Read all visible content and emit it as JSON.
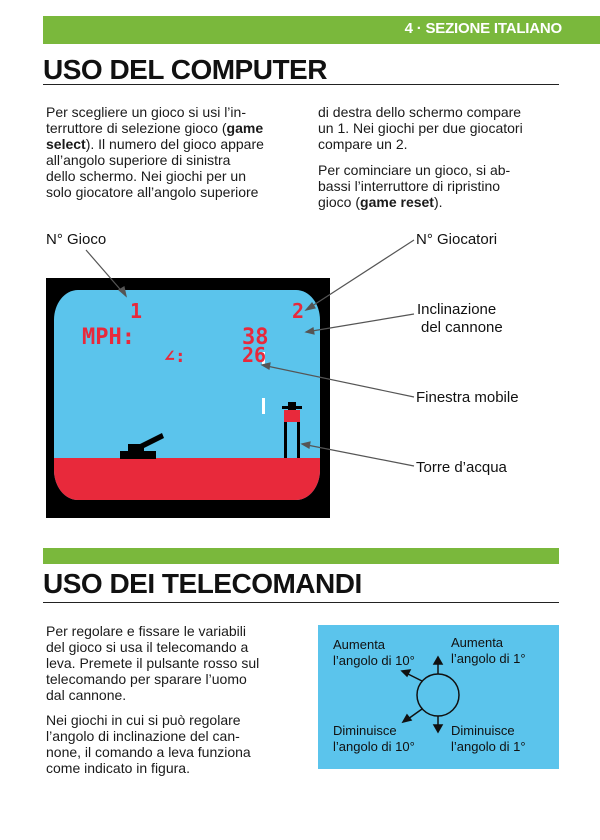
{
  "header": {
    "section": "4 · SEZIONE ITALIANO"
  },
  "section1": {
    "title": "USO DEL COMPUTER",
    "left_para": [
      "Per scegliere un gioco si usi l’in-",
      "terruttore di selezione gioco (",
      "game",
      "select",
      "). Il numero del gioco appare",
      "all’angolo superiore di sinistra",
      "dello schermo. Nei giochi per un",
      "solo giocatore all’angolo superiore"
    ],
    "right_para1": [
      "di destra dello schermo compare",
      "un 1. Nei giochi per due giocatori",
      "compare un 2."
    ],
    "right_para2_a": "Per cominciare un gioco, si ab-",
    "right_para2_b": "bassi l’interruttore di ripristino",
    "right_para2_c": "gioco (",
    "right_para2_bold": "game reset",
    "right_para2_d": ")."
  },
  "figure": {
    "label_game_no": "N° Gioco",
    "label_players": "N° Giocatori",
    "label_angle_1": "Inclinazione",
    "label_angle_2": "del cannone",
    "label_window": "Finestra mobile",
    "label_tower": "Torre d’acqua",
    "screen": {
      "game_number": "1",
      "players": "2",
      "mph_label": "MPH:",
      "mph_value": "38",
      "angle_label": "∠:",
      "angle_value": "26"
    },
    "colors": {
      "sky": "#5bc4ec",
      "ground": "#e8293b",
      "digits": "#e8293b",
      "frame": "#000000"
    }
  },
  "section2": {
    "title": "USO DEI TELECOMANDI",
    "para1": [
      "Per regolare e fissare le variabili",
      "del gioco si usa il telecomando a",
      "leva. Premete il pulsante rosso sul",
      "telecomando per sparare l’uomo",
      "dal cannone."
    ],
    "para2": [
      "Nei giochi in cui si può regolare",
      "l’angolo di inclinazione del can-",
      "none, il comando a leva funziona",
      "come indicato in figura."
    ]
  },
  "controller": {
    "up_left": [
      "Aumenta",
      "l’angolo di 10°"
    ],
    "up_right": [
      "Aumenta",
      "l’angolo di 1°"
    ],
    "down_left": [
      "Diminuisce",
      "l’angolo di 10°"
    ],
    "down_right": [
      "Diminuisce",
      "l’angolo di 1°"
    ]
  },
  "accent_color": "#7ab83c"
}
